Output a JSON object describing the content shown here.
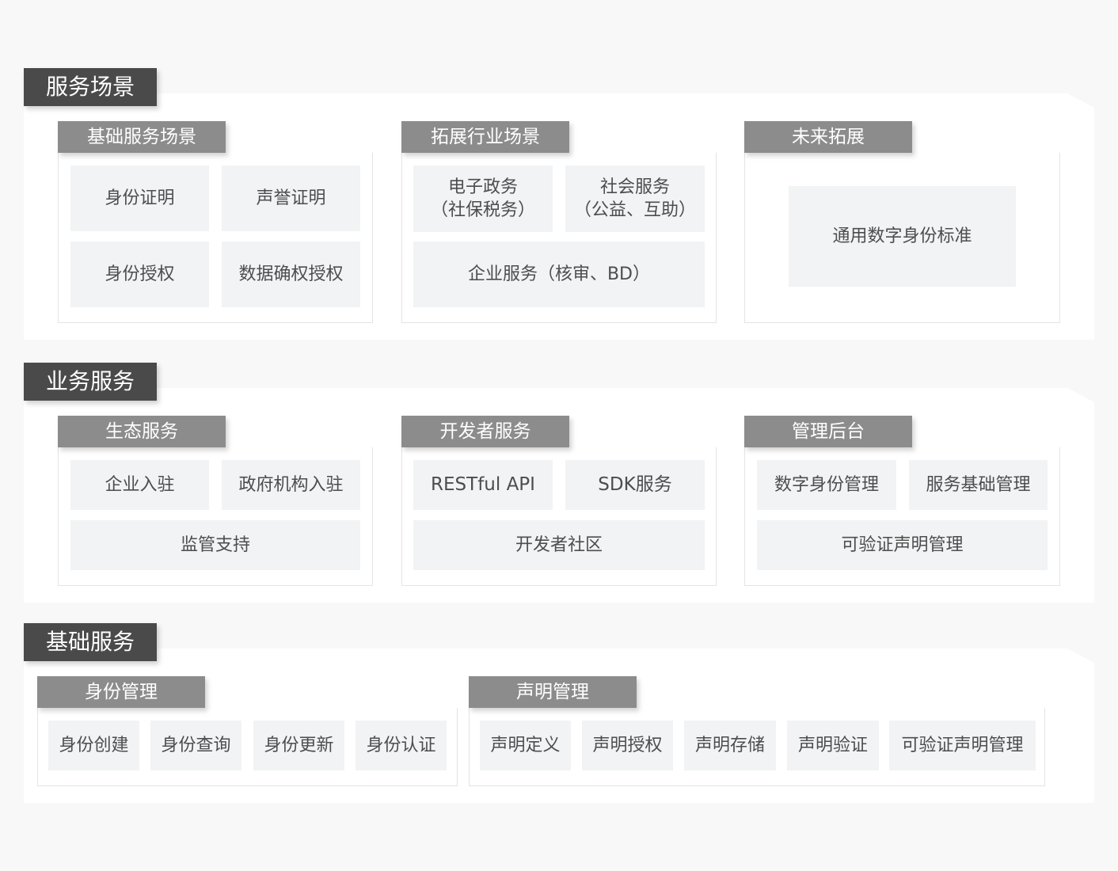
{
  "sections": [
    {
      "title": "服务场景",
      "groups": [
        {
          "title": "基础服务场景",
          "cells": [
            "身份证明",
            "声誉证明",
            "身份授权",
            "数据确权授权"
          ]
        },
        {
          "title": "拓展行业场景",
          "cells": [
            {
              "line1": "电子政务",
              "line2": "（社保税务）"
            },
            {
              "line1": "社会服务",
              "line2": "（公益、互助）"
            },
            "企业服务（核审、BD）"
          ]
        },
        {
          "title": "未来拓展",
          "cells": [
            "通用数字身份标准"
          ]
        }
      ]
    },
    {
      "title": "业务服务",
      "groups": [
        {
          "title": "生态服务",
          "cells": [
            "企业入驻",
            "政府机构入驻",
            "监管支持"
          ]
        },
        {
          "title": "开发者服务",
          "cells": [
            "RESTful API",
            "SDK服务",
            "开发者社区"
          ]
        },
        {
          "title": "管理后台",
          "cells": [
            "数字身份管理",
            "服务基础管理",
            "可验证声明管理"
          ]
        }
      ]
    },
    {
      "title": "基础服务",
      "groups": [
        {
          "title": "身份管理",
          "cells": [
            "身份创建",
            "身份查询",
            "身份更新",
            "身份认证"
          ]
        },
        {
          "title": "声明管理",
          "cells": [
            "声明定义",
            "声明授权",
            "声明存储",
            "声明验证",
            "可验证声明管理"
          ]
        }
      ]
    }
  ]
}
